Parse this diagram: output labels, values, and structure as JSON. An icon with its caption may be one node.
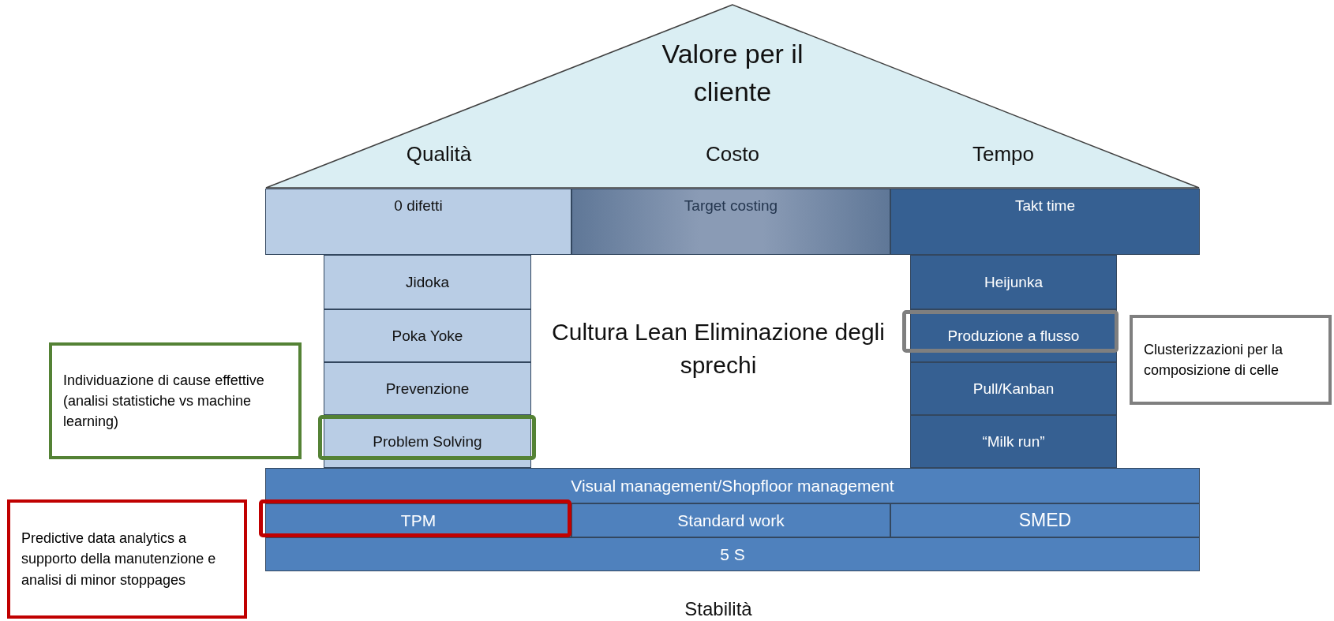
{
  "diagram": {
    "nodes": [
      {
        "text": [
          "Valore per il cliente",
          "Qualità",
          "Costo",
          "Tempo"
        ]
      },
      {
        "text": [
          "0 difetti"
        ]
      },
      {
        "text": [
          "Target costing"
        ]
      },
      {
        "text": [
          "Takt time"
        ]
      },
      {
        "text": [
          "Jidoka"
        ]
      },
      {
        "text": [
          "Poka Yoke"
        ]
      },
      {
        "text": [
          "Prevenzione"
        ]
      },
      {
        "text": [
          "Problem Solving"
        ]
      },
      {
        "text": [
          "Heijunka"
        ]
      },
      {
        "text": [
          "Produzione a flusso"
        ]
      },
      {
        "text": [
          "Pull/Kanban"
        ]
      },
      {
        "text": [
          "“Milk run”"
        ]
      },
      {
        "text": [
          "Visual management/Shopfloor management"
        ]
      },
      {
        "text": [
          "TPM"
        ]
      },
      {
        "text": [
          "Standard work"
        ]
      },
      {
        "text": [
          "SMED"
        ]
      },
      {
        "text": [
          "5 S"
        ]
      },
      {
        "text": [
          "Individuazione di cause effettive (analisi statistiche vs machine learning)"
        ]
      },
      {
        "text": [
          "Clusterizzazioni per la composizione di celle"
        ]
      },
      {
        "text": [
          "Predictive data analytics a supporto della manutenzione e analisi di minor stoppages"
        ]
      }
    ],
    "labels": [
      "Cultura Lean Eliminazione degli sprechi",
      "Stabilità"
    ]
  }
}
